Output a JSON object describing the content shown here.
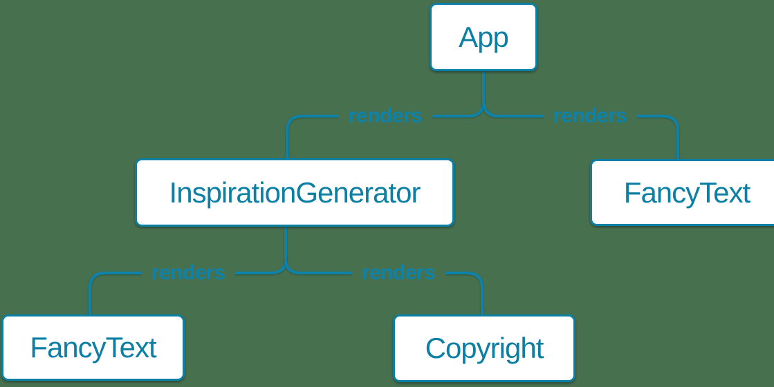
{
  "diagram": {
    "type": "component-render-tree",
    "nodes": [
      {
        "id": "app",
        "label": "App"
      },
      {
        "id": "inspiration-generator",
        "label": "InspirationGenerator"
      },
      {
        "id": "fancy-text-top",
        "label": "FancyText"
      },
      {
        "id": "fancy-text-bottom",
        "label": "FancyText"
      },
      {
        "id": "copyright",
        "label": "Copyright"
      }
    ],
    "edges": [
      {
        "from": "App",
        "to": "InspirationGenerator",
        "label": "renders"
      },
      {
        "from": "App",
        "to": "FancyText",
        "label": "renders"
      },
      {
        "from": "InspirationGenerator",
        "to": "FancyText",
        "label": "renders"
      },
      {
        "from": "InspirationGenerator",
        "to": "Copyright",
        "label": "renders"
      }
    ],
    "colors": {
      "background": "#47704f",
      "accent": "#0c7fa5",
      "connector": "#0f82a9",
      "node_fill": "#ffffff"
    }
  }
}
